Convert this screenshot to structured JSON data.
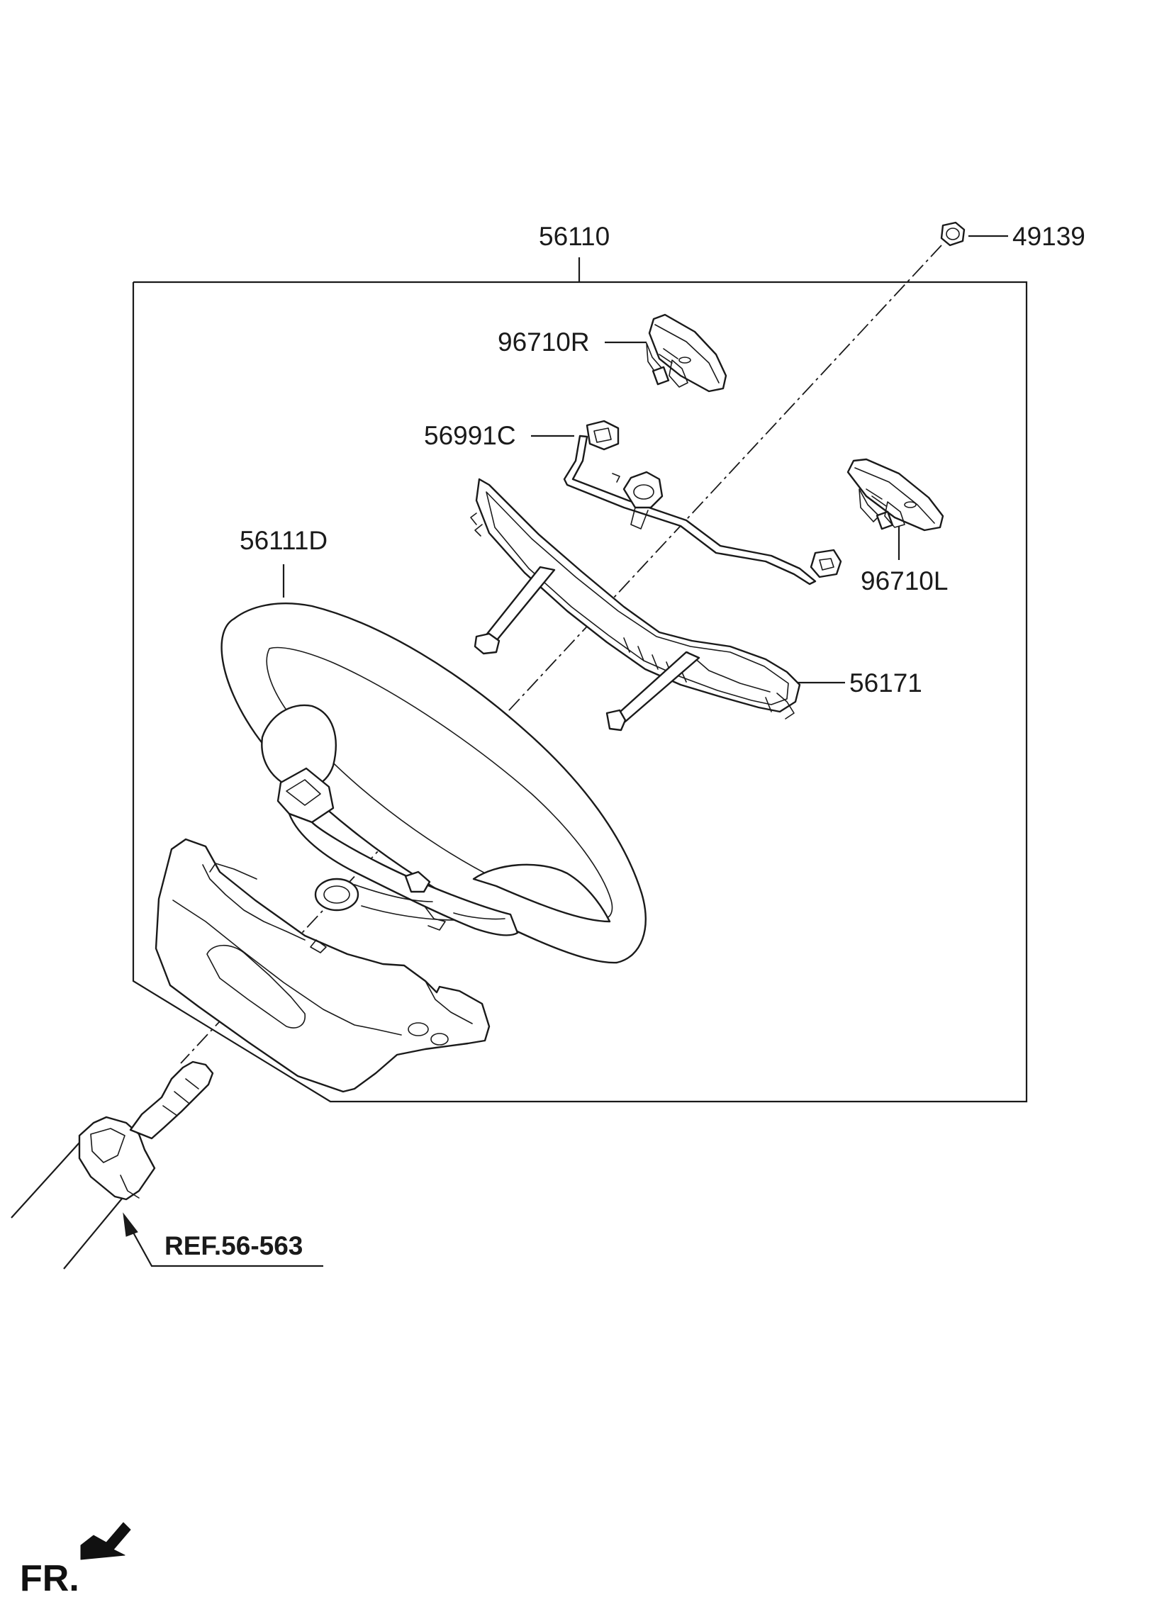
{
  "labels": {
    "assembly": "56110",
    "nut": "49139",
    "switch_right": "96710R",
    "wiring": "56991C",
    "switch_left": "96710L",
    "wheel": "56111D",
    "bracket": "56171",
    "reference": "REF.56-563",
    "front": "FR."
  }
}
